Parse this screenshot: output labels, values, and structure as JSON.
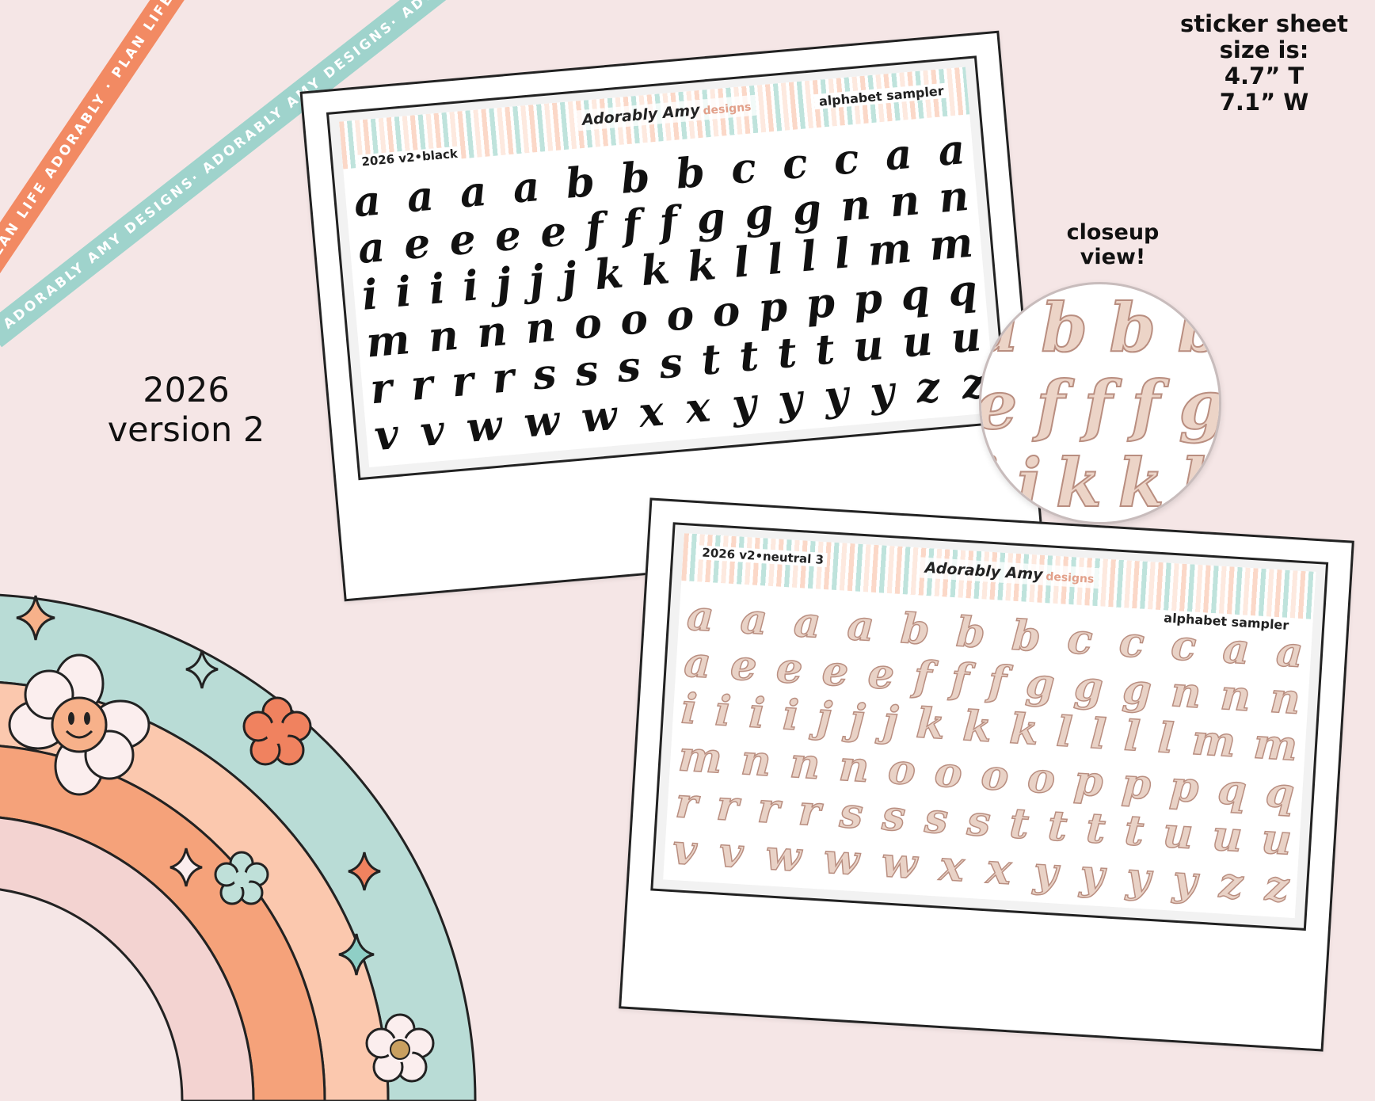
{
  "ribbons": {
    "orange_text": "PLAN LIFE ADORABLY · PLAN LIFE ADORABLY · PLAN LIFE ADORABLY",
    "teal_text": "ADORABLY AMY DESIGNS· ADORABLY AMY DESIGNS· ADORABLY AMY DESIGNS·"
  },
  "sheet_size": {
    "line1": "sticker sheet",
    "line2": "size is:",
    "line3": "4.7” T",
    "line4": "7.1” W"
  },
  "version": {
    "line1": "2026",
    "line2": "version 2"
  },
  "closeup": {
    "line1": "closeup",
    "line2": "view!",
    "rows": [
      [
        "a",
        "b",
        "b",
        "b"
      ],
      [
        "e",
        "f",
        "f",
        "f",
        "g"
      ],
      [
        "i",
        "j",
        "k",
        "k",
        "k"
      ]
    ]
  },
  "sheets": [
    {
      "code": "2026 v2•black",
      "title": "alphabet sampler",
      "brand": "Adorably Amy",
      "brand_sub": "designs",
      "rows": [
        [
          "a",
          "a",
          "a",
          "a",
          "b",
          "b",
          "b",
          "c",
          "c",
          "c",
          "a",
          "a"
        ],
        [
          "a",
          "e",
          "e",
          "e",
          "e",
          "f",
          "f",
          "f",
          "g",
          "g",
          "g",
          "n",
          "n",
          "n"
        ],
        [
          "i",
          "i",
          "i",
          "i",
          "j",
          "j",
          "j",
          "k",
          "k",
          "k",
          "l",
          "l",
          "l",
          "l",
          "m",
          "m"
        ],
        [
          "m",
          "n",
          "n",
          "n",
          "o",
          "o",
          "o",
          "o",
          "p",
          "p",
          "p",
          "q",
          "q"
        ],
        [
          "r",
          "r",
          "r",
          "r",
          "s",
          "s",
          "s",
          "s",
          "t",
          "t",
          "t",
          "t",
          "u",
          "u",
          "u"
        ],
        [
          "v",
          "v",
          "w",
          "w",
          "w",
          "x",
          "x",
          "y",
          "y",
          "y",
          "y",
          "z",
          "z"
        ]
      ]
    },
    {
      "code": "2026 v2•neutral 3",
      "title": "alphabet sampler",
      "brand": "Adorably Amy",
      "brand_sub": "designs",
      "rows": [
        [
          "a",
          "a",
          "a",
          "a",
          "b",
          "b",
          "b",
          "c",
          "c",
          "c",
          "a",
          "a"
        ],
        [
          "a",
          "e",
          "e",
          "e",
          "e",
          "f",
          "f",
          "f",
          "g",
          "g",
          "g",
          "n",
          "n",
          "n"
        ],
        [
          "i",
          "i",
          "i",
          "i",
          "j",
          "j",
          "j",
          "k",
          "k",
          "k",
          "l",
          "l",
          "l",
          "l",
          "m",
          "m"
        ],
        [
          "m",
          "n",
          "n",
          "n",
          "o",
          "o",
          "o",
          "o",
          "p",
          "p",
          "p",
          "q",
          "q"
        ],
        [
          "r",
          "r",
          "r",
          "r",
          "s",
          "s",
          "s",
          "s",
          "t",
          "t",
          "t",
          "t",
          "u",
          "u",
          "u"
        ],
        [
          "v",
          "v",
          "w",
          "w",
          "w",
          "x",
          "x",
          "y",
          "y",
          "y",
          "y",
          "z",
          "z"
        ]
      ]
    }
  ],
  "colors": {
    "background": "#f5e6e6",
    "ribbon_orange": "#f28a63",
    "ribbon_teal": "#9fd3cc",
    "rainbow_outer": "#b9dcd6",
    "rainbow_peach": "#fbc8ae",
    "rainbow_orange": "#f5a27a",
    "rainbow_pink": "#f3d3d1"
  },
  "icons": [
    "flower-icon",
    "smiley-flower-icon",
    "sparkle-icon"
  ]
}
